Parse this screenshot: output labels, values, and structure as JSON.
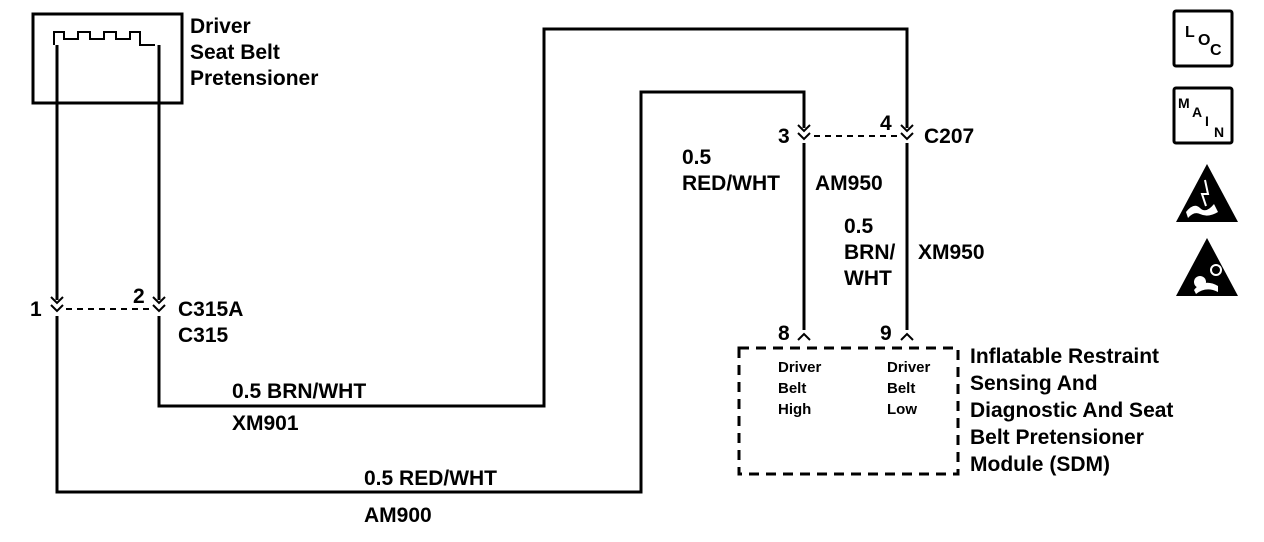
{
  "pretensioner": {
    "label_lines": [
      "Driver",
      "Seat Belt",
      "Pretensioner"
    ]
  },
  "connectors": {
    "c315": {
      "pin_left": "1",
      "pin_right": "2",
      "name_1": "C315A",
      "name_2": "C315"
    },
    "c207": {
      "pin_left": "3",
      "pin_right": "4",
      "name": "C207"
    }
  },
  "wires": {
    "xm901": {
      "gauge_color": "0.5 BRN/WHT",
      "circuit": "XM901"
    },
    "am900": {
      "gauge_color": "0.5 RED/WHT",
      "circuit": "AM900"
    },
    "am950": {
      "gauge": "0.5",
      "color": "RED/WHT",
      "circuit": "AM950"
    },
    "xm950": {
      "gauge": "0.5",
      "color_1": "BRN/",
      "color_2": "WHT",
      "circuit": "XM950"
    }
  },
  "sdm": {
    "pin_high": "8",
    "pin_low": "9",
    "high_lines": [
      "Driver",
      "Belt",
      "High"
    ],
    "low_lines": [
      "Driver",
      "Belt",
      "Low"
    ],
    "label_lines": [
      "Inflatable Restraint",
      "Sensing And",
      "Diagnostic And Seat",
      "Belt Pretensioner",
      "Module  (SDM)"
    ]
  },
  "icons": {
    "loc": {
      "l1": "L",
      "l2": "O",
      "l3": "C"
    },
    "main": {
      "l1": "M",
      "l2": "A",
      "l3": "I",
      "l4": "N"
    },
    "names": [
      "loc-icon",
      "main-icon",
      "esd-warning-icon",
      "airbag-warning-icon"
    ]
  }
}
